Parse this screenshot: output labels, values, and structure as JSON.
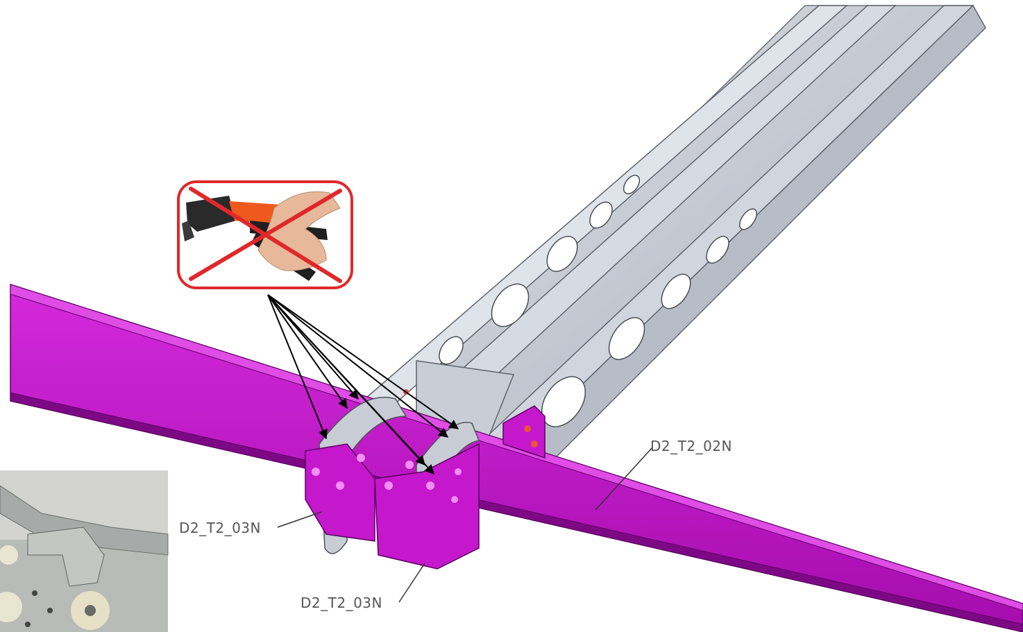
{
  "colors": {
    "spar": "#c012c8",
    "spar_dark": "#8f0a96",
    "spar_light": "#e040e6",
    "frame": "#c3c8d2",
    "frame_dark": "#8e939e",
    "frame_light": "#e2e5ec",
    "prohibited": "#e0282a",
    "tool_orange": "#ee5a1e",
    "line": "#000000",
    "label_text": "#555555"
  },
  "labels": {
    "spar_part": "D2_T2_02N",
    "bracket_left": "D2_T2_03N",
    "bracket_bottom": "D2_T2_03N"
  },
  "icons": {
    "prohibited_tool": "no-rivet-gun-icon"
  }
}
